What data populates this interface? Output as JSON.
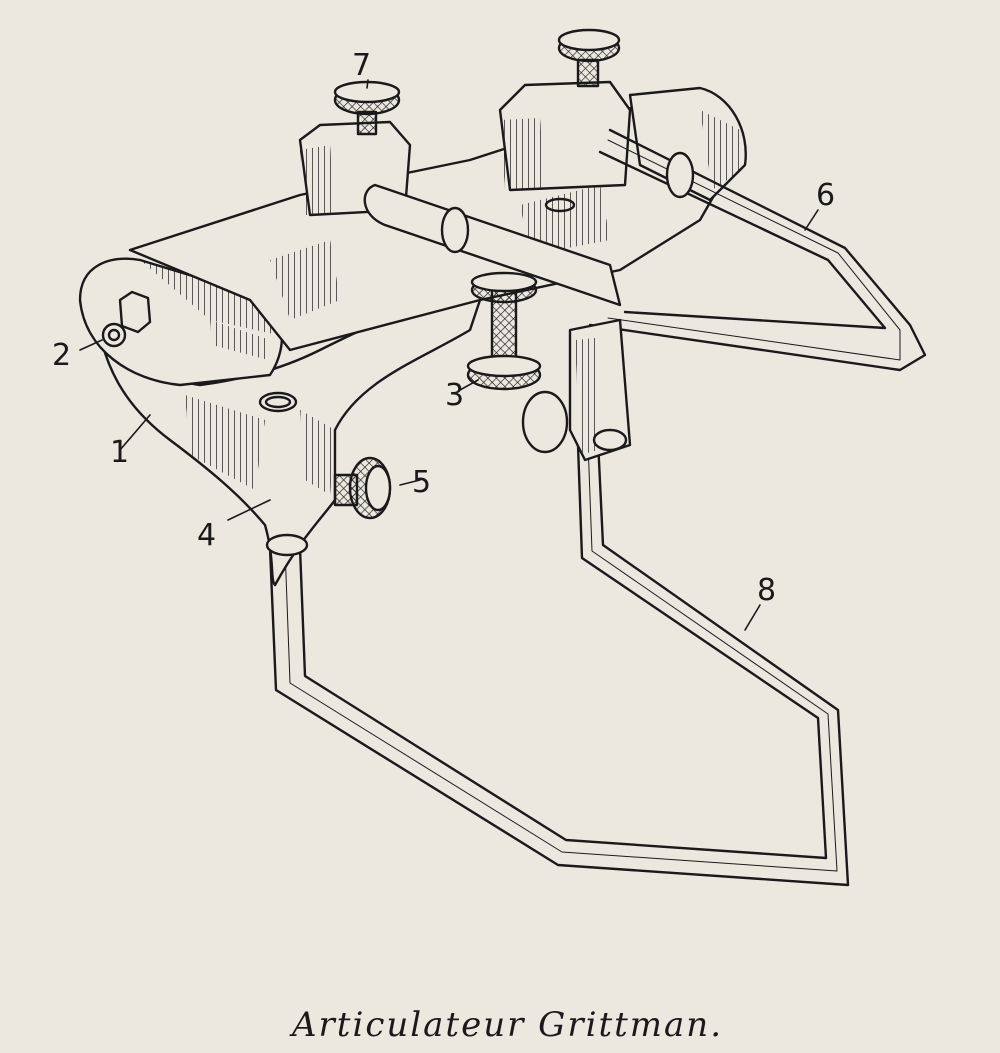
{
  "caption": "Articulateur Grittman.",
  "callouts": [
    {
      "id": "1",
      "label": "1"
    },
    {
      "id": "2",
      "label": "2"
    },
    {
      "id": "3",
      "label": "3"
    },
    {
      "id": "4",
      "label": "4"
    },
    {
      "id": "5",
      "label": "5"
    },
    {
      "id": "6",
      "label": "6"
    },
    {
      "id": "7",
      "label": "7"
    },
    {
      "id": "8",
      "label": "8"
    }
  ],
  "colors": {
    "paper": "#ebe8e0",
    "ink": "#1a1a1a"
  }
}
